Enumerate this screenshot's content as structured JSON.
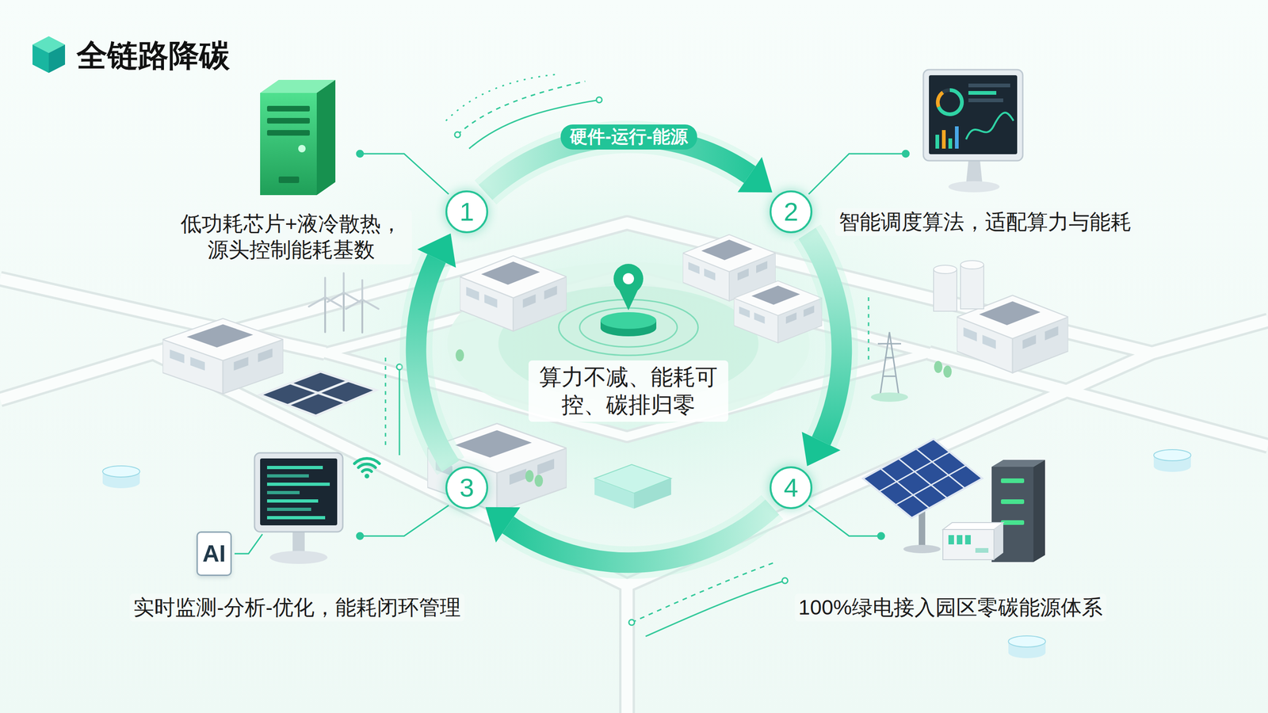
{
  "diagram": {
    "title": "全链路降碳",
    "nodes": [
      {
        "text": [
          "1"
        ]
      },
      {
        "text": [
          "2"
        ]
      },
      {
        "text": [
          "3"
        ]
      },
      {
        "text": [
          "4"
        ]
      },
      {
        "text": [
          "AI"
        ]
      }
    ],
    "edges": [
      {
        "from": 0,
        "to": 1,
        "label": "硬件-运行-能源",
        "arrow": "to"
      },
      {
        "from": 1,
        "to": 3,
        "arrow": "to"
      },
      {
        "from": 3,
        "to": 2,
        "arrow": "to"
      },
      {
        "from": 2,
        "to": 0,
        "arrow": "to"
      }
    ],
    "labels": [
      "低功耗芯片+液冷散热， 源头控制能耗基数",
      "智能调度算法，适配算力与能耗",
      "算力不减、能耗可 控、碳排归零",
      "实时监测-分析-优化，能耗闭环管理",
      "100%绿电接入园区零碳能源体系"
    ]
  }
}
